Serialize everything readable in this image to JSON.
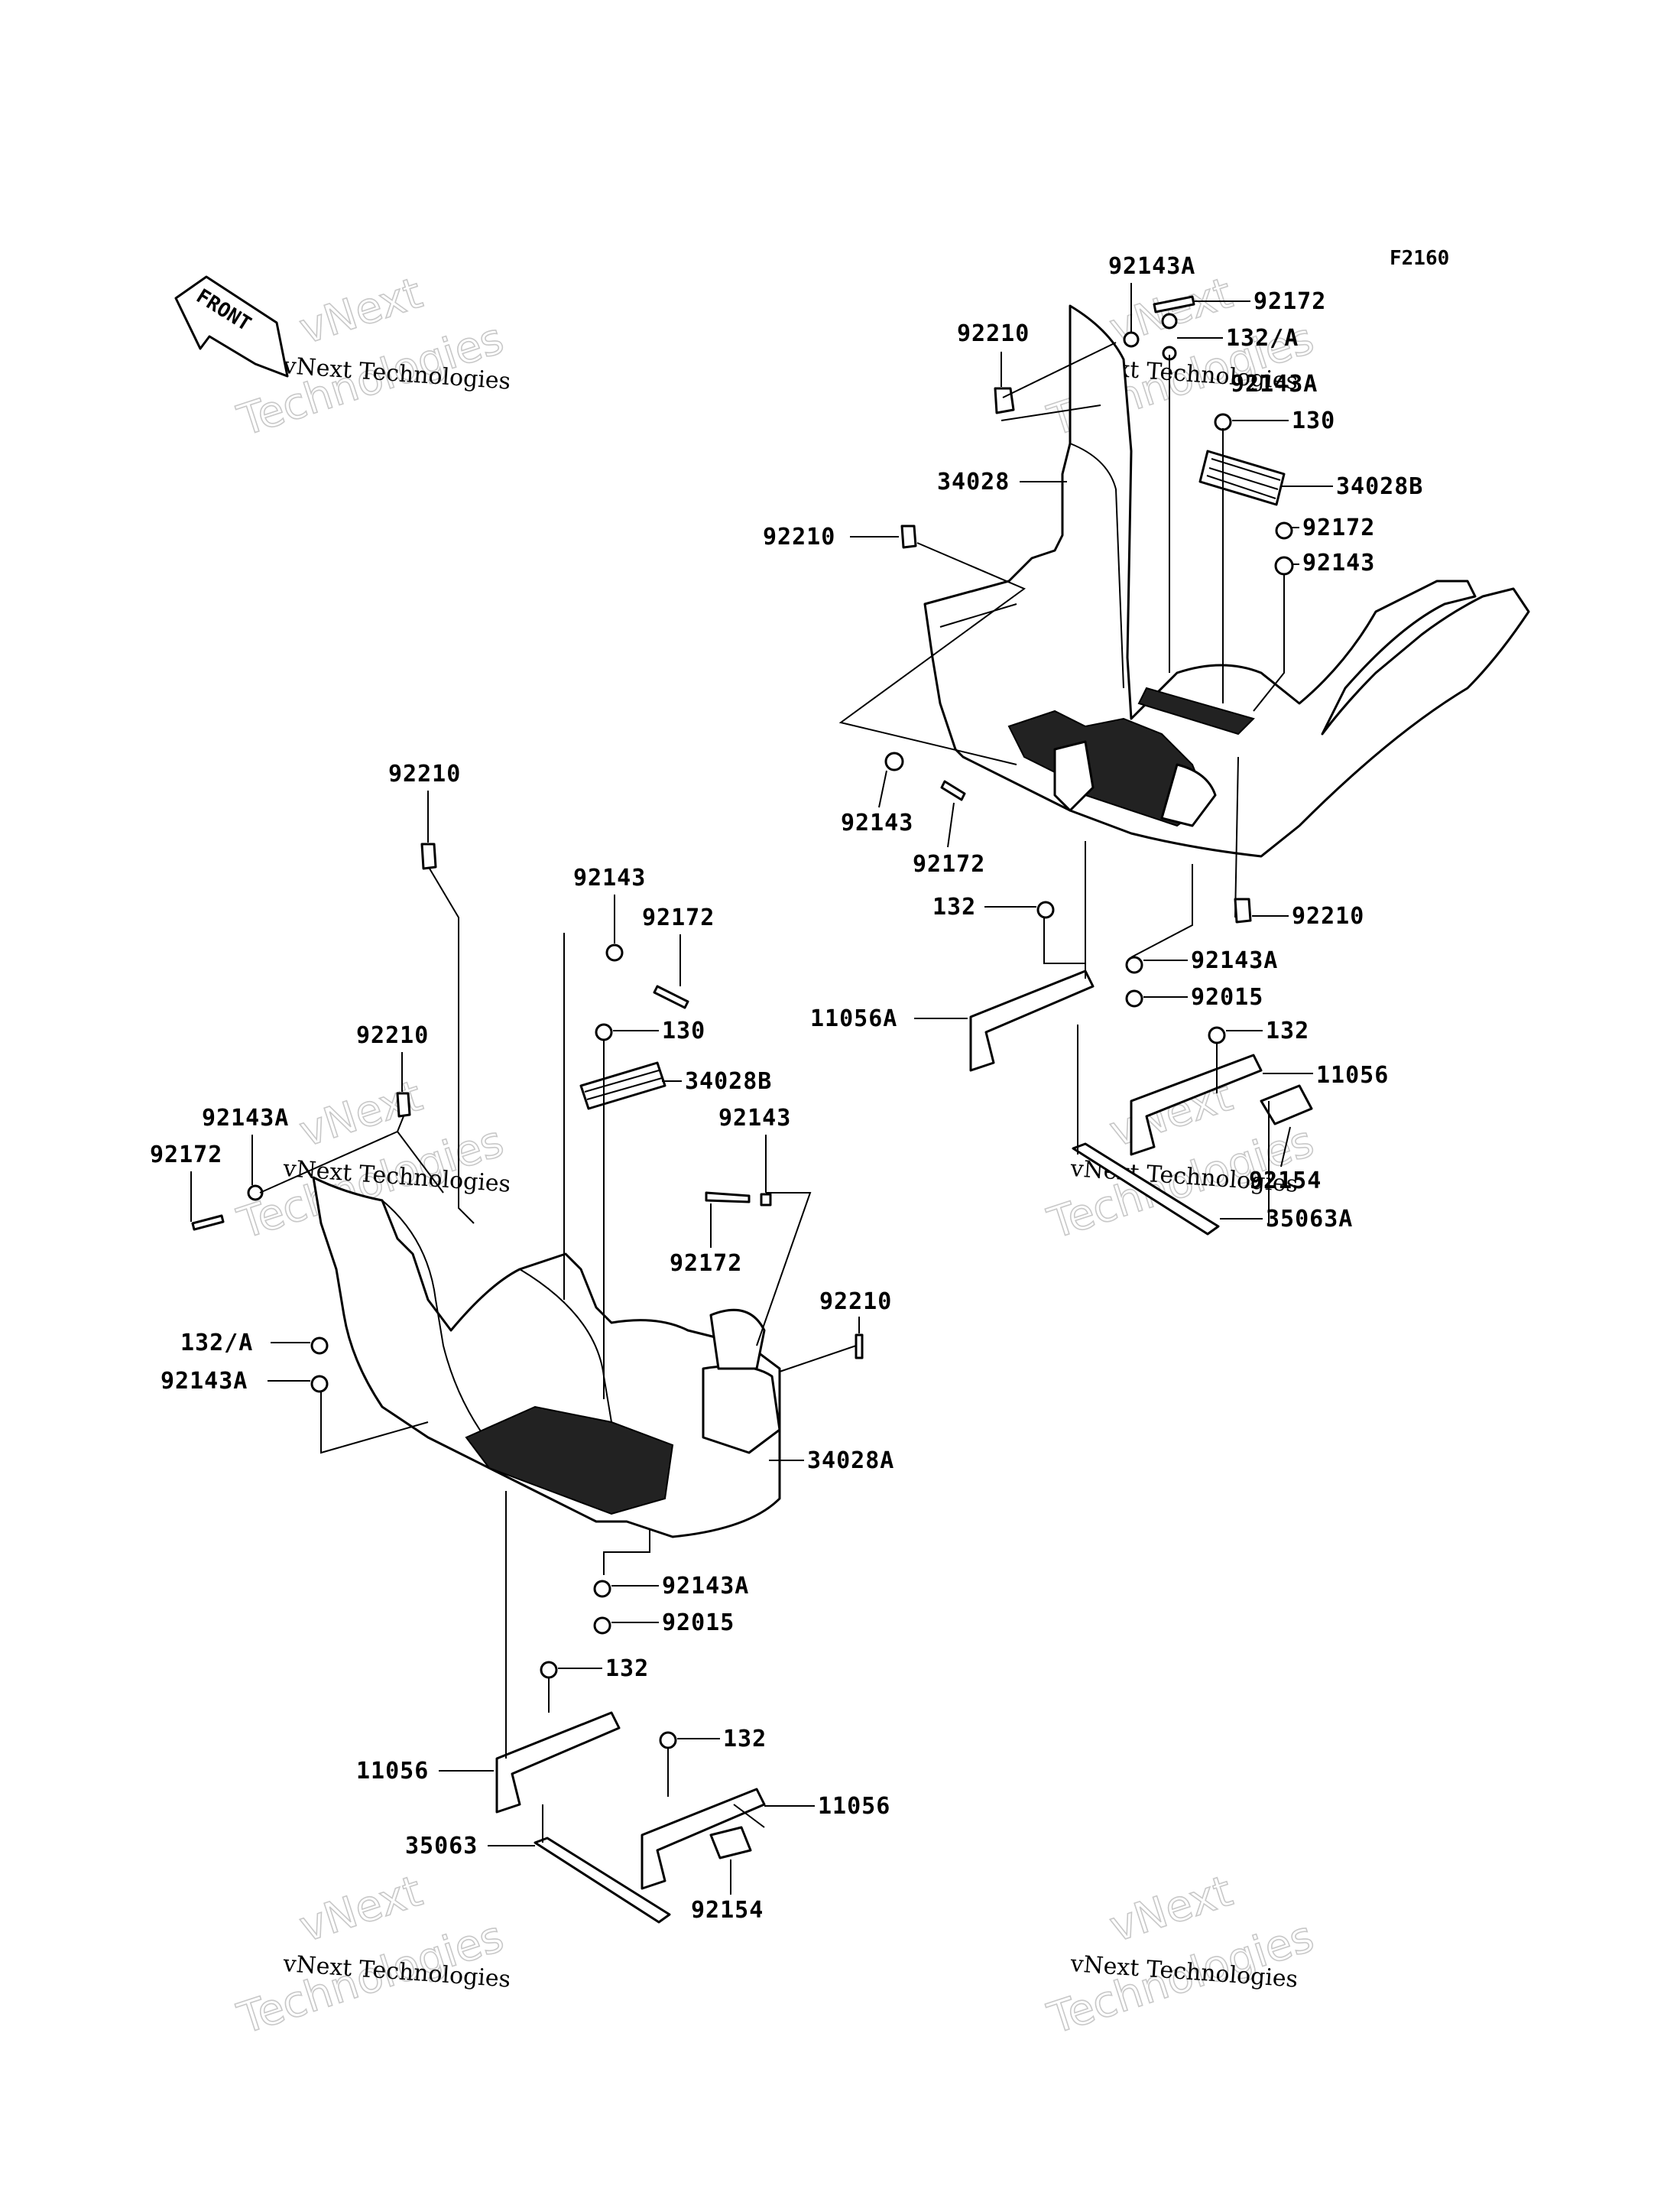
{
  "diagram": {
    "code": "F2160",
    "front_label": "FRONT",
    "watermark": {
      "line1": "vNext Technologies",
      "line2": "vNext",
      "line3": "Technologies"
    },
    "labels": {
      "r_92143A_top": "92143A",
      "r_92172_top": "92172",
      "r_92210_top": "92210",
      "r_132A_top": "132/A",
      "r_92143A_2": "92143A",
      "r_130": "130",
      "r_34028": "34028",
      "r_34028B": "34028B",
      "r_92210_mid": "92210",
      "r_92172_mid": "92172",
      "r_92143_mid": "92143",
      "r_92143_low": "92143",
      "r_92172_low": "92172",
      "r_92210_low": "92210",
      "r_132": "132",
      "r_92143A_low": "92143A",
      "r_11056A": "11056A",
      "r_92015": "92015",
      "r_132_b": "132",
      "r_11056": "11056",
      "r_92154": "92154",
      "r_35063A": "35063A",
      "l_92210_top": "92210",
      "l_92143": "92143",
      "l_92172": "92172",
      "l_130": "130",
      "l_34028B": "34028B",
      "l_92210_mid": "92210",
      "l_92143A": "92143A",
      "l_92172_side": "92172",
      "l_92143_b": "92143",
      "l_92172_b": "92172",
      "l_92210_right": "92210",
      "l_132A": "132/A",
      "l_92143A_b": "92143A",
      "l_34028A": "34028A",
      "l_92143A_low": "92143A",
      "l_92015": "92015",
      "l_132": "132",
      "l_132_b": "132",
      "l_11056": "11056",
      "l_11056_b": "11056",
      "l_35063": "35063",
      "l_92154": "92154"
    }
  }
}
